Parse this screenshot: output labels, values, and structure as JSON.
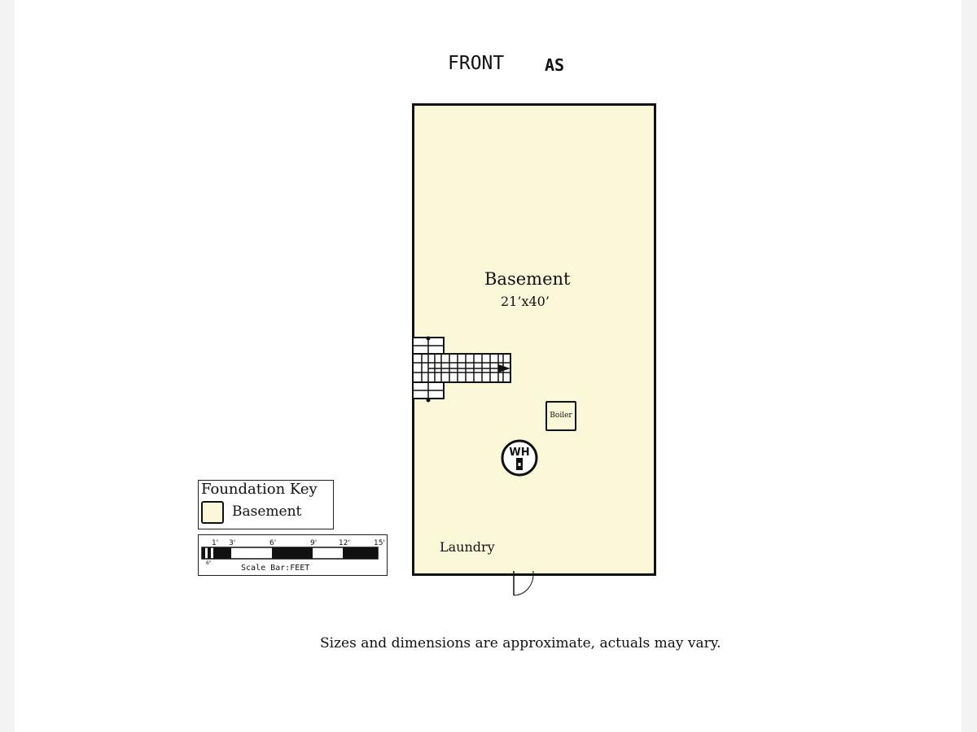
{
  "header": {
    "front_label": "FRONT",
    "floor_code": "AS"
  },
  "plan": {
    "room_name": "Basement",
    "room_dims": "21’x40’",
    "boiler_label": "Boiler",
    "water_heater_label": "WH",
    "laundry_label": "Laundry",
    "fill_color": "#fbf8d9",
    "wall_color": "#111111"
  },
  "legend": {
    "title": "Foundation Key",
    "items": [
      {
        "label": "Basement",
        "color": "#fbf8d9"
      }
    ]
  },
  "scale_bar": {
    "ticks": [
      "1'",
      "3'",
      "6'",
      "9'",
      "12'",
      "15'"
    ],
    "sub_tick": "6\"",
    "caption": "Scale Bar:FEET"
  },
  "footer": {
    "disclaimer": "Sizes and dimensions are approximate, actuals may vary."
  }
}
